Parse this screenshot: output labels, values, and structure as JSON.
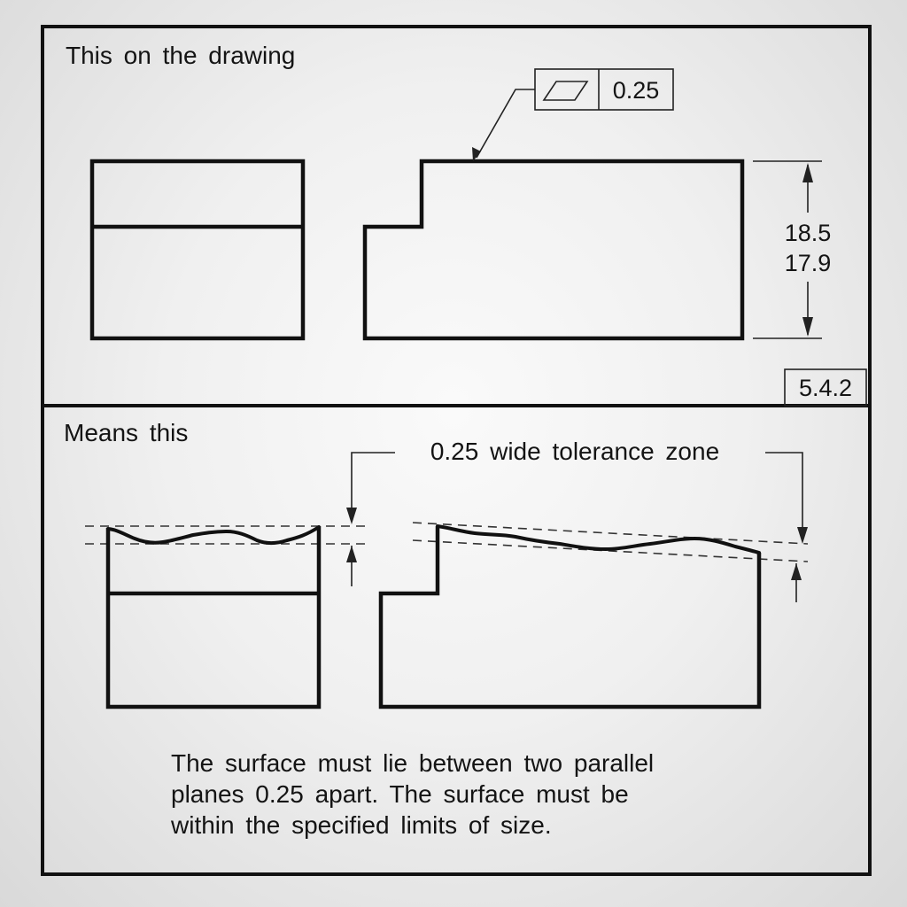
{
  "top_panel": {
    "heading": "This on the drawing",
    "feature_control_frame": {
      "symbol_icon": "flatness-parallelogram-icon",
      "tolerance": "0.25"
    },
    "dimension_upper": "18.5",
    "dimension_lower": "17.9",
    "reference_label": "5.4.2"
  },
  "bottom_panel": {
    "heading": "Means this",
    "zone_label": "0.25 wide tolerance zone",
    "caption_lines": [
      "The surface must lie between two parallel",
      "planes 0.25 apart. The surface must be",
      "within the specified limits of size."
    ]
  }
}
